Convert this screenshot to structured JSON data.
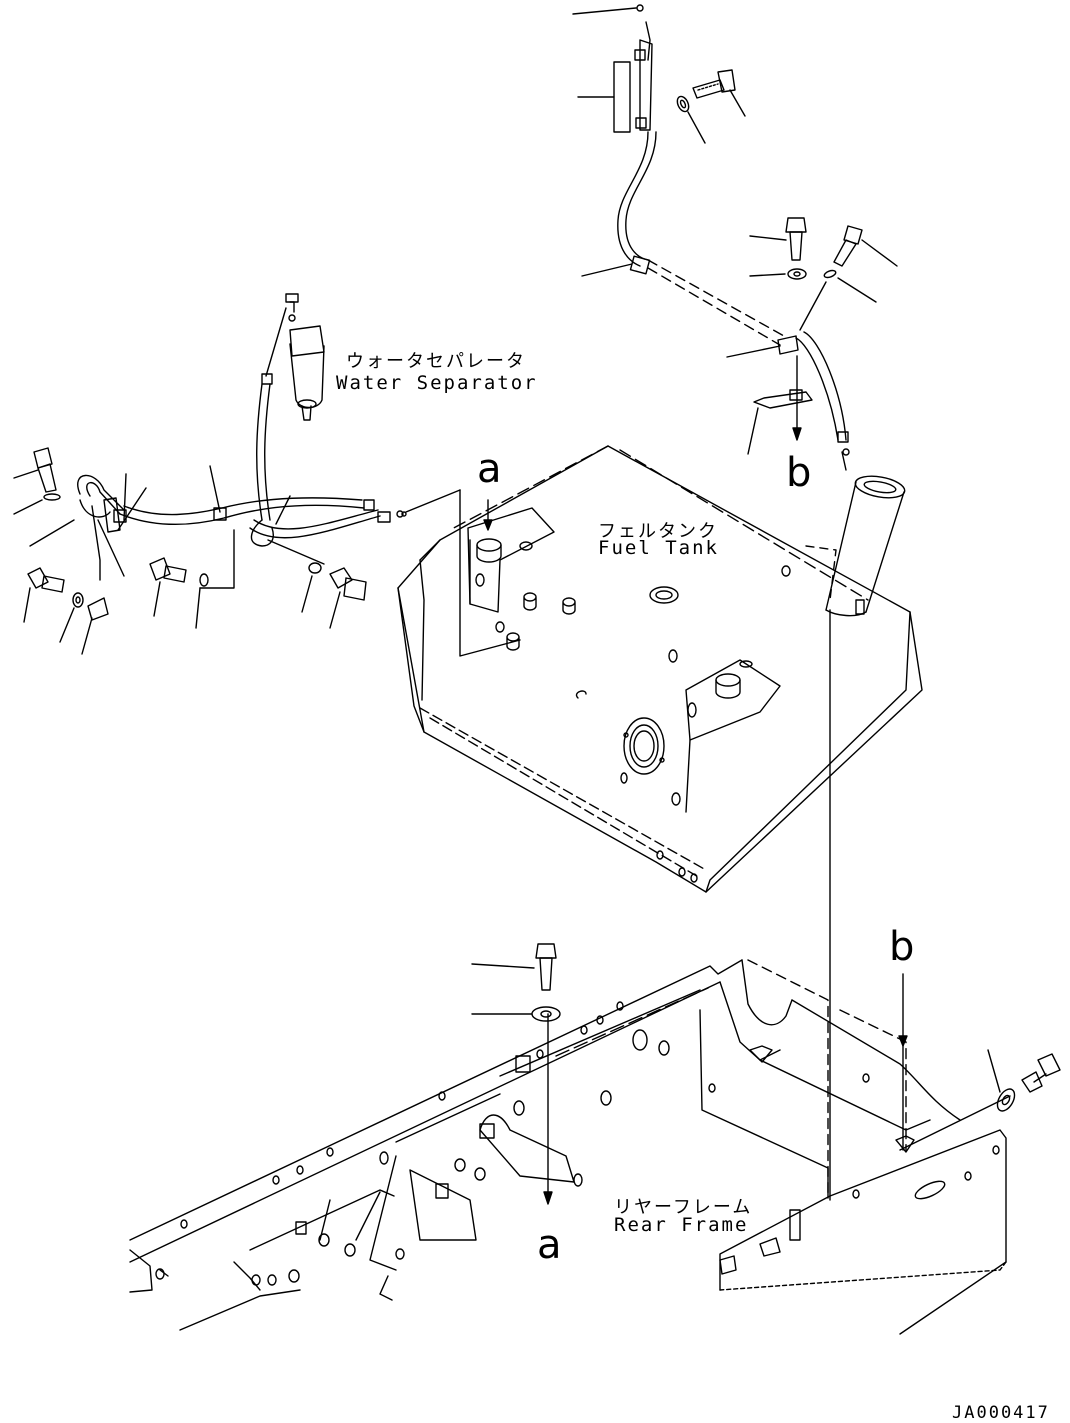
{
  "labels": {
    "water_separator_jp": "ウォータセパレータ",
    "water_separator_en": "Water Separator",
    "fuel_tank_jp": "フェルタンク",
    "fuel_tank_en": "Fuel Tank",
    "rear_frame_jp": "リヤーフレーム",
    "rear_frame_en": "Rear Frame"
  },
  "refs": {
    "a_top": "a",
    "b_top": "b",
    "b_right": "b",
    "a_bottom": "a"
  },
  "drawing_code": "JA000417"
}
